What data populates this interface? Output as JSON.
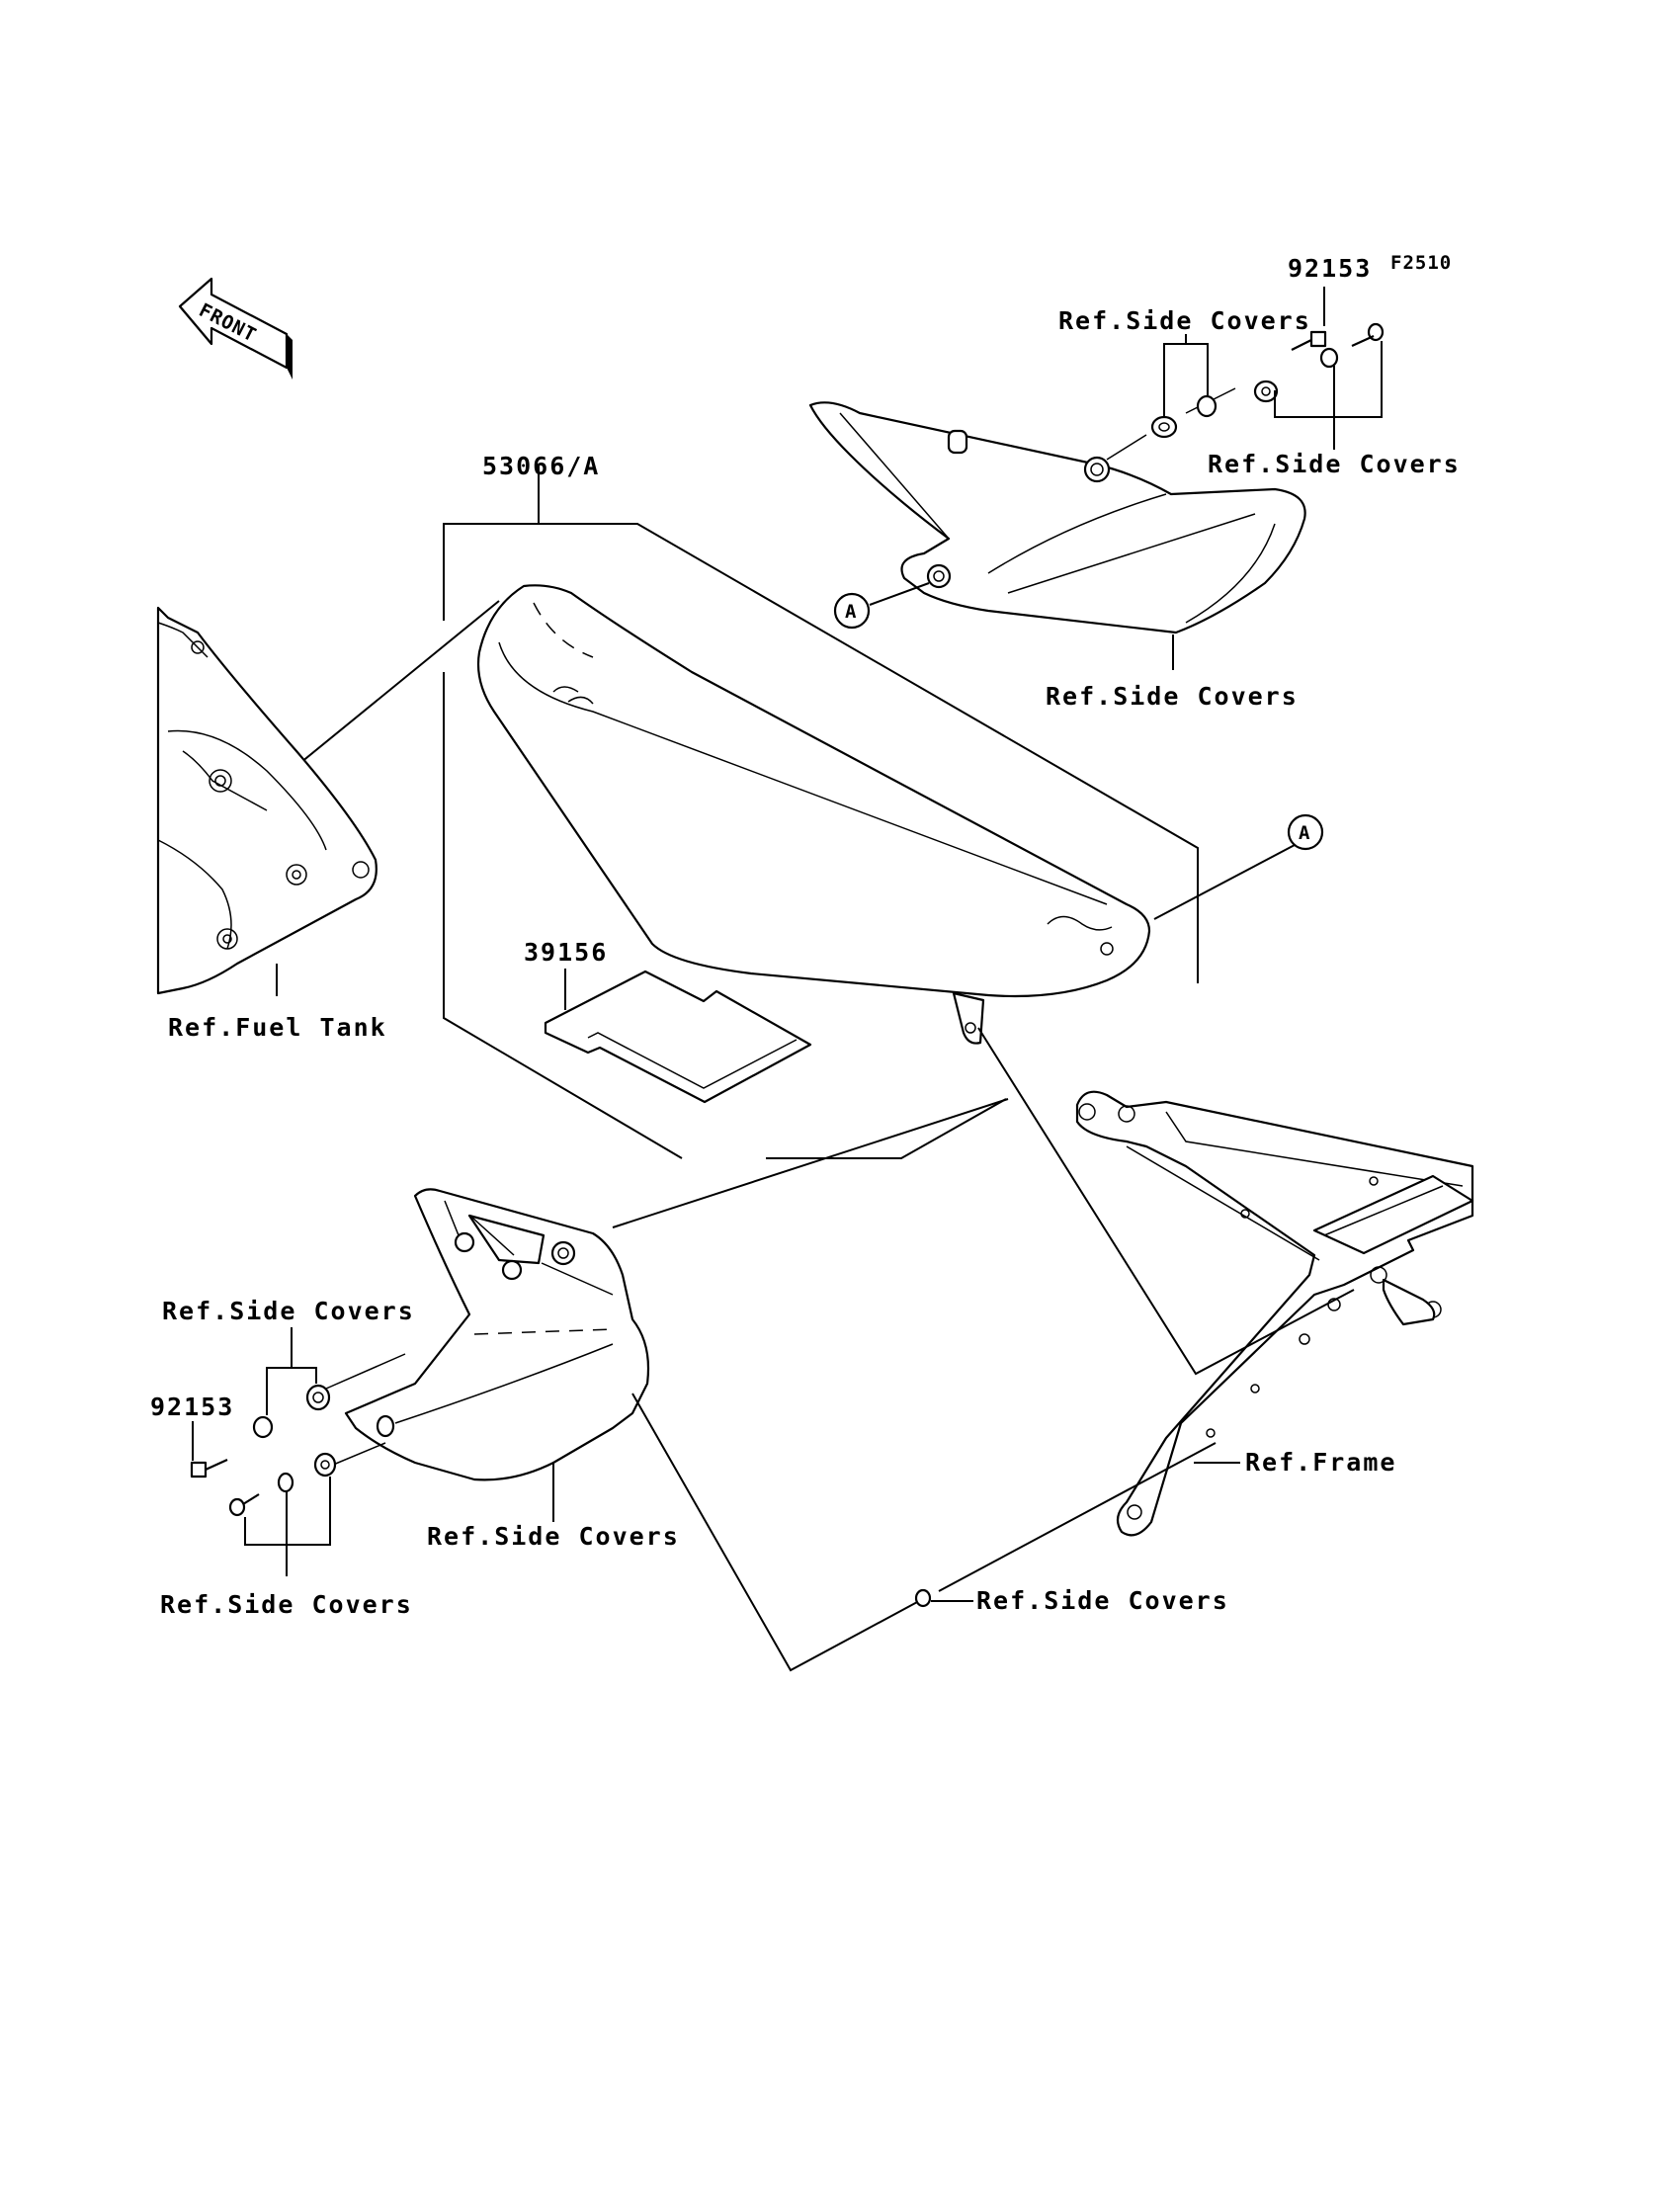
{
  "diagram_code": "F2510",
  "front_arrow": {
    "label": "FRONT"
  },
  "callout_marker": "A",
  "parts": {
    "seat": "53066/A",
    "pad": "39156",
    "bolt_top": "92153",
    "bolt_left": "92153"
  },
  "references": {
    "fuel_tank": "Ref.Fuel Tank",
    "frame": "Ref.Frame",
    "side_covers": "Ref.Side Covers"
  }
}
